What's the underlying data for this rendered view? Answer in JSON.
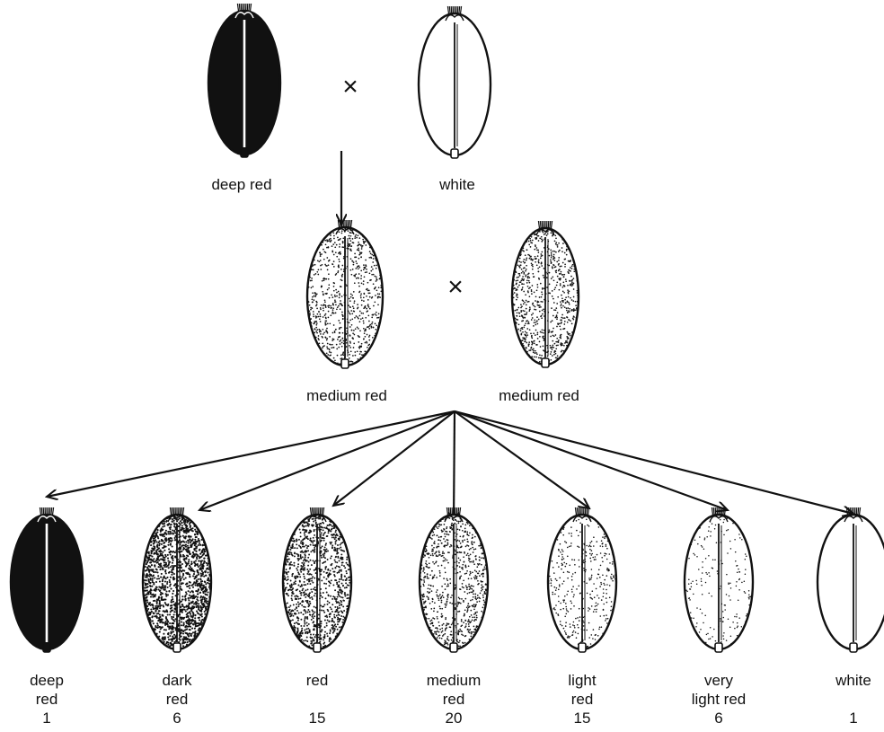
{
  "parents": {
    "left": {
      "label": "deep red",
      "shade": "deep-red"
    },
    "right": {
      "label": "white",
      "shade": "white"
    },
    "cross_symbol": "×"
  },
  "f1": {
    "left": {
      "label": "medium red",
      "shade": "medium-red"
    },
    "right": {
      "label": "medium red",
      "shade": "medium-red"
    },
    "cross_symbol": "×"
  },
  "f2": [
    {
      "label_lines": [
        "deep",
        "red"
      ],
      "count": "1",
      "shade": "deep-red"
    },
    {
      "label_lines": [
        "dark",
        "red"
      ],
      "count": "6",
      "shade": "dark-red"
    },
    {
      "label_lines": [
        "red"
      ],
      "count": "15",
      "shade": "red"
    },
    {
      "label_lines": [
        "medium",
        "red"
      ],
      "count": "20",
      "shade": "medium-red"
    },
    {
      "label_lines": [
        "light",
        "red"
      ],
      "count": "15",
      "shade": "light-red"
    },
    {
      "label_lines": [
        "very",
        "light red"
      ],
      "count": "6",
      "shade": "very-light-red"
    },
    {
      "label_lines": [
        "white"
      ],
      "count": "1",
      "shade": "white"
    }
  ],
  "colors": {
    "ink": "#111111",
    "paper": "#ffffff"
  }
}
